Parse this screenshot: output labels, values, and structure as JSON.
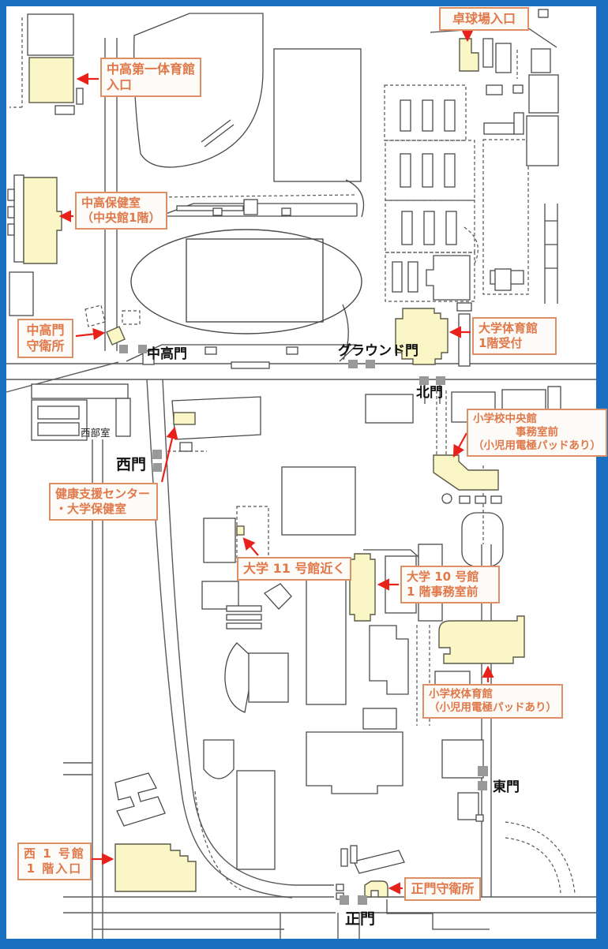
{
  "colors": {
    "frame_blue": "#1B6FC0",
    "map_background": "#FFFFFF",
    "building_outline": "#4A4A4A",
    "aed_building_fill": "#FBF6C5",
    "aed_building_stroke": "#5A5A4A",
    "callout_border": "#DD9066",
    "callout_text": "#E0784A",
    "callout_background": "#FDFBF7",
    "arrow_red": "#E8211A",
    "gate_square_gray": "#999999",
    "gate_text": "#111111"
  },
  "callouts": [
    {
      "id": "takkyujo-iriguchi",
      "lines": [
        "卓球場入口"
      ]
    },
    {
      "id": "chuko-daiichi-taiikukan",
      "lines": [
        "中高第一体育館",
        "入口"
      ]
    },
    {
      "id": "chuko-hokenshitsu",
      "lines": [
        "中高保健室",
        "（中央館1階）"
      ]
    },
    {
      "id": "chukomon-shueisho",
      "lines": [
        "中高門",
        "守衛所"
      ]
    },
    {
      "id": "daigaku-taiikukan",
      "lines": [
        "大学体育館",
        "1階受付"
      ]
    },
    {
      "id": "shogakko-chuokan",
      "lines": [
        "小学校中央館",
        "事務室前",
        "（小児用電極パッドあり）"
      ]
    },
    {
      "id": "kenko-shien-center",
      "lines": [
        "健康支援センター",
        "・大学保健室"
      ]
    },
    {
      "id": "daigaku-11-gokan",
      "lines": [
        "大学 11 号館近く"
      ]
    },
    {
      "id": "daigaku-10-gokan",
      "lines": [
        "大学 10 号館",
        "1 階事務室前"
      ]
    },
    {
      "id": "shogakko-taiikukan",
      "lines": [
        "小学校体育館",
        "（小児用電極パッドあり）"
      ]
    },
    {
      "id": "nishi-1-gokan",
      "lines": [
        "西 1 号館",
        "1 階入口"
      ]
    },
    {
      "id": "seimon-shueisho",
      "lines": [
        "正門守衛所"
      ]
    }
  ],
  "gates": [
    {
      "id": "chukomon",
      "label": "中高門"
    },
    {
      "id": "ground-mon",
      "label": "グラウンド門"
    },
    {
      "id": "kitamon",
      "label": "北門"
    },
    {
      "id": "nishimon",
      "label": "西門"
    },
    {
      "id": "higashimon",
      "label": "東門"
    },
    {
      "id": "seimon",
      "label": "正門"
    }
  ],
  "map_texts": [
    {
      "id": "seibushitsu",
      "label": "西部室"
    }
  ]
}
